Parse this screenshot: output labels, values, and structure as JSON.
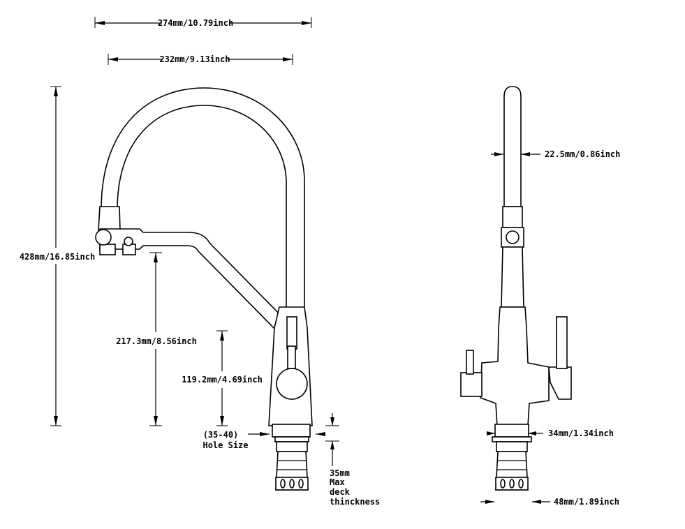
{
  "dimensions": {
    "overall_width": "274mm/10.79inch",
    "reach": "232mm/9.13inch",
    "overall_height": "428mm/16.85inch",
    "spout_height": "217.3mm/8.56inch",
    "body_height": "119.2mm/4.69inch",
    "hole_size_range": "(35-40)",
    "hole_size_label": "Hole Size",
    "deck_line1": "35mm",
    "deck_line2": "Max",
    "deck_line3": "deck",
    "deck_line4": "thinckness",
    "spout_diameter": "22.5mm/0.86inch",
    "base_diameter": "34mm/1.34inch",
    "shank_width": "48mm/1.89inch"
  }
}
